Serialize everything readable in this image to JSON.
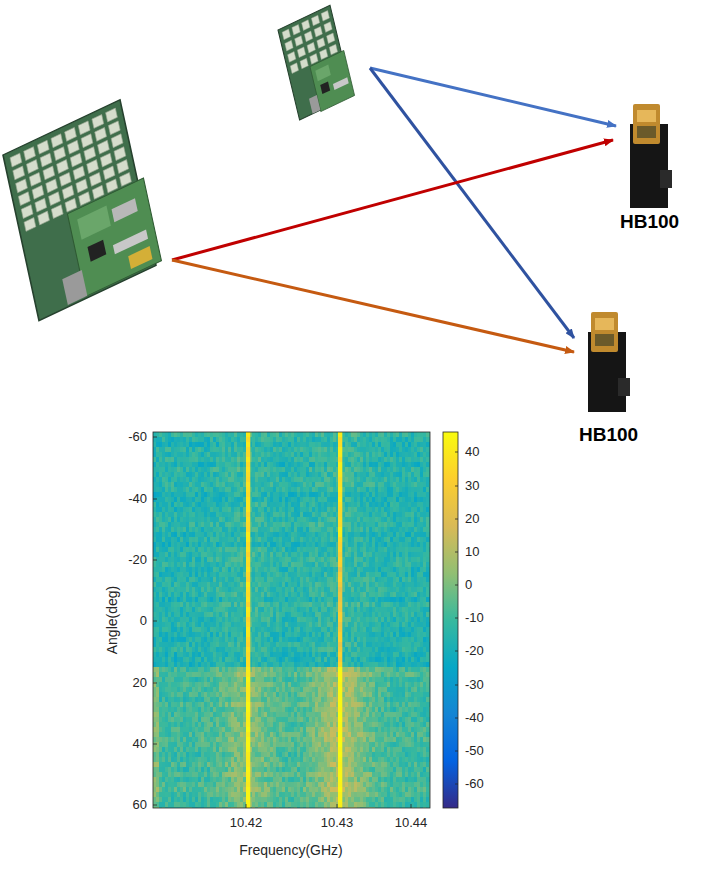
{
  "diagram": {
    "nodes": [
      {
        "text": [
          "HB100"
        ]
      },
      {
        "text": [
          "HB100"
        ]
      }
    ],
    "labels": [
      "-60",
      "-40",
      "-20",
      "0",
      "20",
      "40",
      "60",
      "10.42",
      "10.43",
      "10.44",
      "Angle(deg)",
      "Frequency(GHz)",
      "40",
      "30",
      "20",
      "10",
      "0",
      "-10",
      "-20",
      "-30",
      "-40",
      "-50",
      "-60"
    ]
  }
}
